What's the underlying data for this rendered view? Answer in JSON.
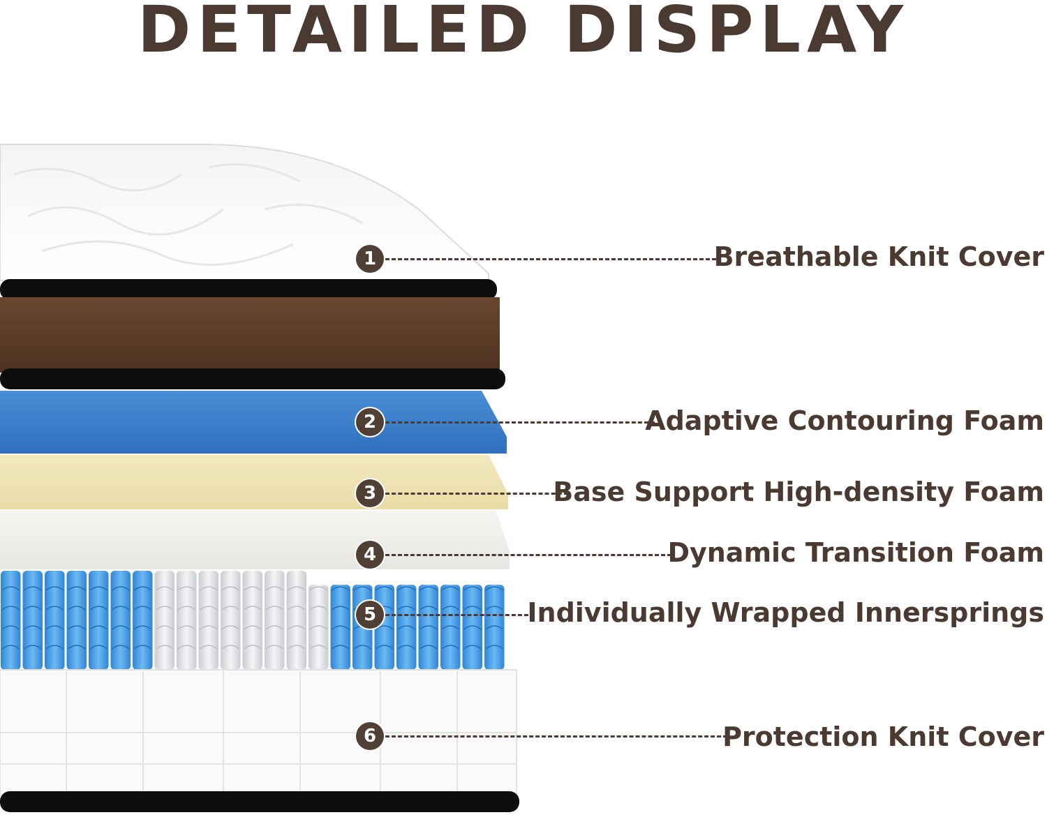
{
  "title": "DETAILED DISPLAY",
  "layers": [
    {
      "number": "1",
      "label": "Breathable Knit Cover"
    },
    {
      "number": "2",
      "label": "Adaptive Contouring Foam"
    },
    {
      "number": "3",
      "label": "Base Support High-density Foam"
    },
    {
      "number": "4",
      "label": "Dynamic Transition Foam"
    },
    {
      "number": "5",
      "label": "Individually Wrapped Innersprings"
    },
    {
      "number": "6",
      "label": "Protection Knit Cover"
    }
  ],
  "colors": {
    "text": "#4a3a31",
    "brown_band": "#5a3a26",
    "blue_foam": "#3d7fcb",
    "yellow_foam": "#efe3b4",
    "white_foam": "#f1efec",
    "spring_blue": "#4aa0e6"
  }
}
